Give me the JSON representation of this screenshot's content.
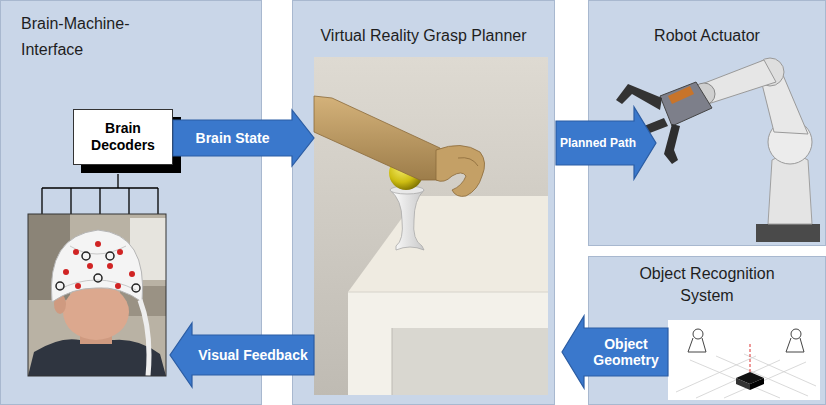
{
  "diagram": {
    "nodes": [
      {
        "text": [
          "Brain-Machine-Interface"
        ]
      },
      {
        "text": [
          "Brain Decoders"
        ],
        "in": 0
      },
      {
        "text": [
          "Virtual Reality Grasp Planner"
        ]
      },
      {
        "text": [
          "Robot Actuator"
        ]
      },
      {
        "text": [
          "Object Recognition System"
        ]
      }
    ],
    "edges": [
      {
        "from": 1,
        "to": 2,
        "label": "Brain State",
        "arrow": "to"
      },
      {
        "from": 2,
        "to": 3,
        "label": "Planned Path",
        "arrow": "to"
      },
      {
        "from": 4,
        "to": 2,
        "label": "Object Geometry",
        "arrow": "to"
      },
      {
        "from": 2,
        "to": 0,
        "label": "Visual Feedback",
        "arrow": "to"
      }
    ]
  }
}
